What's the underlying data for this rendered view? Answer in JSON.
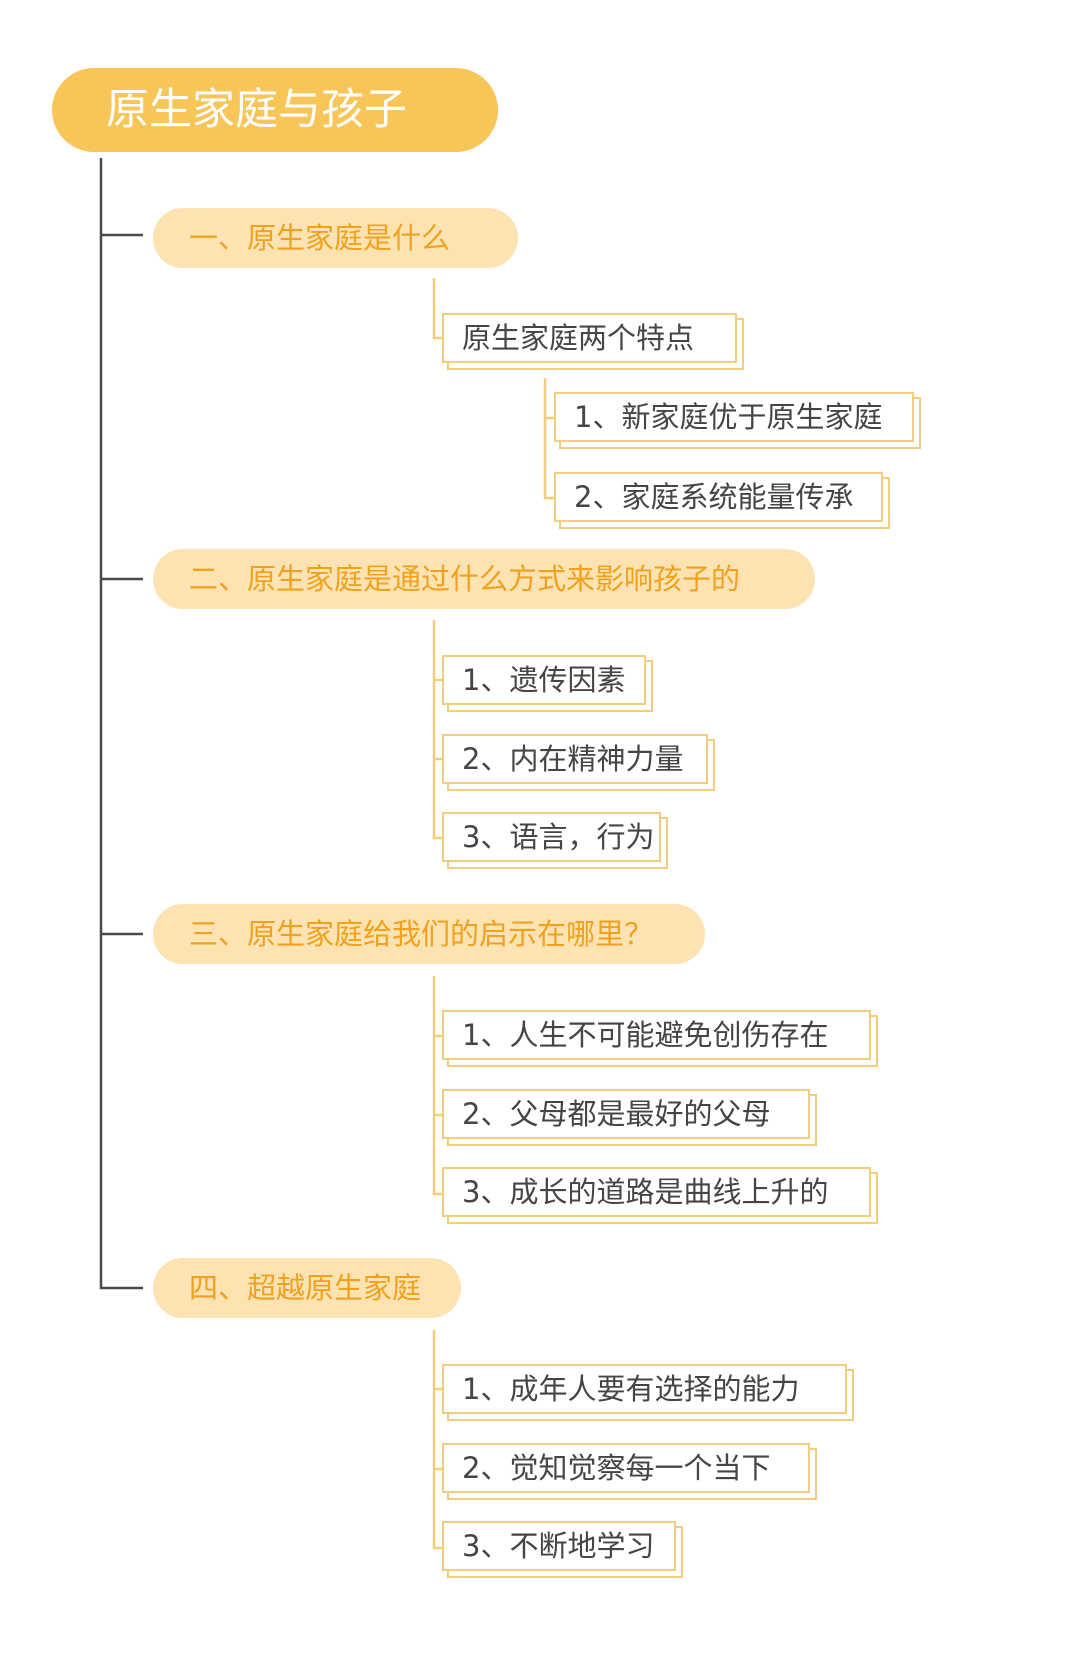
{
  "root": {
    "label": "原生家庭与孩子"
  },
  "sections": [
    {
      "label": "一、原生家庭是什么",
      "sub": {
        "label": "原生家庭两个特点",
        "items": [
          "1、新家庭优于原生家庭",
          "2、家庭系统能量传承"
        ]
      }
    },
    {
      "label": "二、原生家庭是通过什么方式来影响孩子的",
      "items": [
        "1、遗传因素",
        "2、内在精神力量",
        "3、语言，行为"
      ]
    },
    {
      "label": "三、原生家庭给我们的启示在哪里？",
      "items": [
        "1、人生不可能避免创伤存在",
        "2、父母都是最好的父母",
        "3、成长的道路是曲线上升的"
      ]
    },
    {
      "label": "四、超越原生家庭",
      "items": [
        "1、成年人要有选择的能力",
        "2、觉知觉察每一个当下",
        "3、不断地学习"
      ]
    }
  ],
  "colors": {
    "root_fill": "#f8c559",
    "section_fill": "#fde2b2",
    "section_text": "#f0a21e",
    "leaf_border": "#f3cd7e",
    "leaf_text": "#454545",
    "trunk_line": "#4a4a4a"
  }
}
